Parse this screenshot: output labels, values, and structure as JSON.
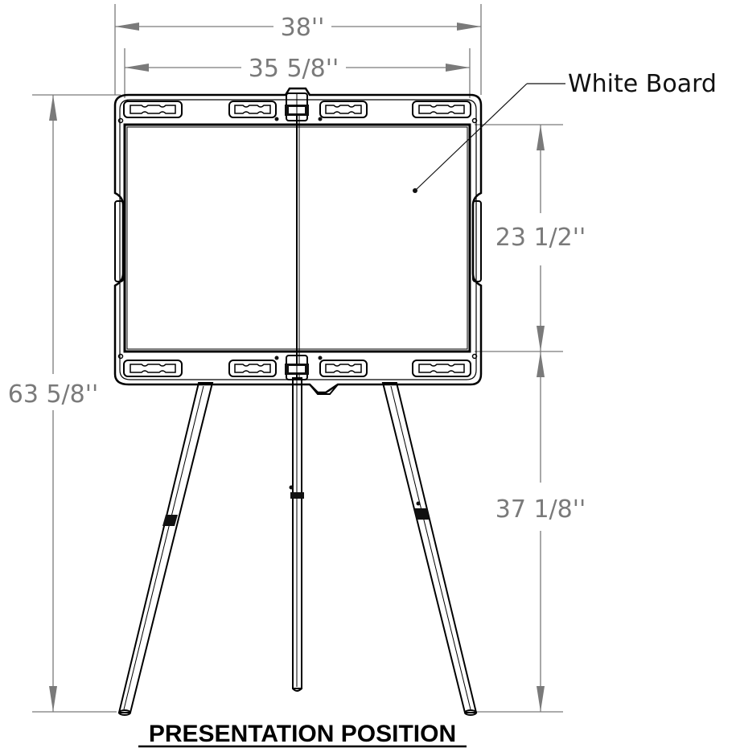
{
  "title": "PRESENTATION POSITION",
  "callout": "White Board",
  "dimensions": {
    "overall_width": "38''",
    "board_width": "35 5/8''",
    "overall_height": "63 5/8''",
    "board_height": "23 1/2''",
    "leg_height": "37 1/8''"
  },
  "colors": {
    "ink": "#000000",
    "dimension": "#7a7a7a"
  }
}
